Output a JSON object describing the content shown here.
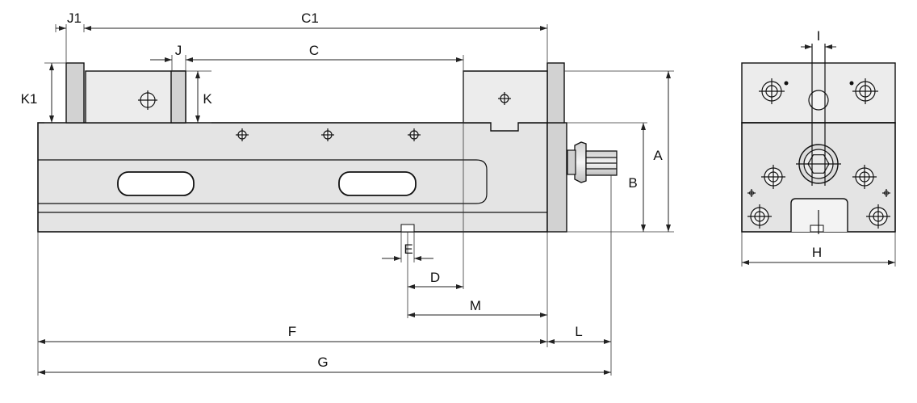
{
  "labels": {
    "J1": "J1",
    "C1": "C1",
    "J": "J",
    "C": "C",
    "K1": "K1",
    "K": "K",
    "A": "A",
    "B": "B",
    "E": "E",
    "D": "D",
    "M": "M",
    "F": "F",
    "L": "L",
    "G": "G",
    "I": "I",
    "H": "H"
  }
}
